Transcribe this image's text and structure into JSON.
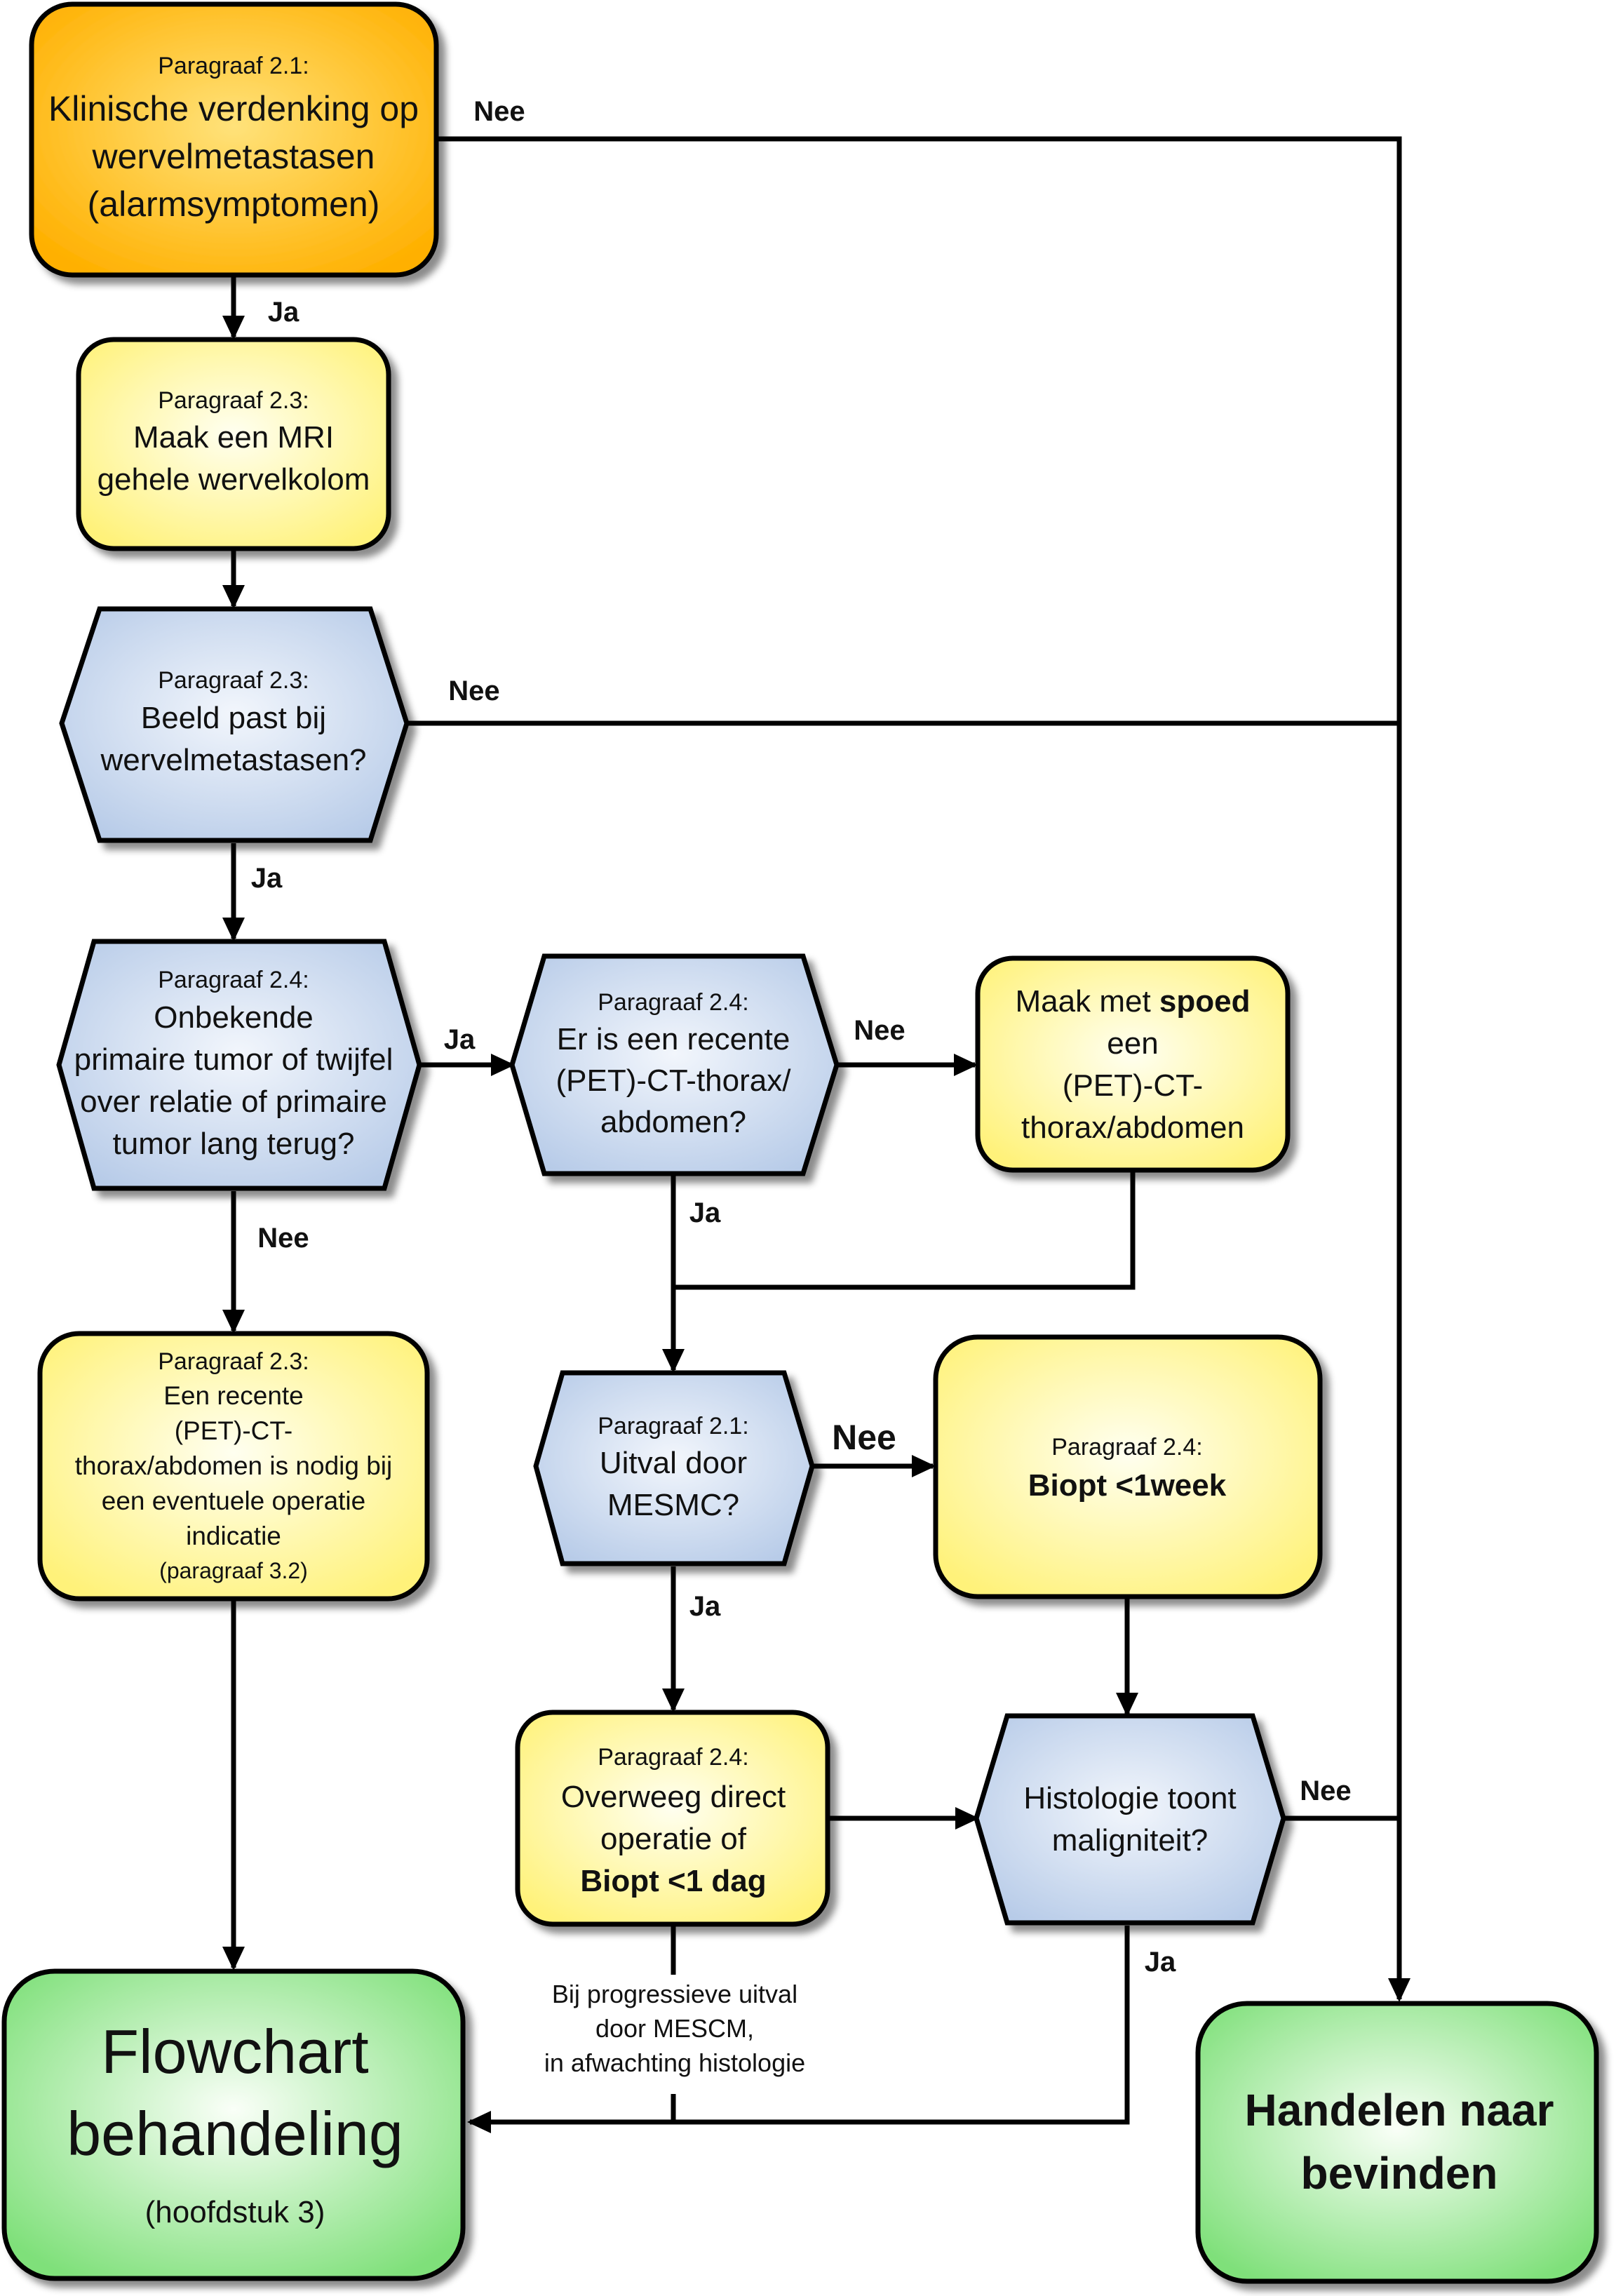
{
  "nodes": {
    "n1": {
      "para": "Paragraaf 2.1:",
      "lines": [
        "Klinische verdenking op",
        "wervelmetastasen",
        "(alarmsymptomen)"
      ]
    },
    "n2": {
      "para": "Paragraaf 2.3:",
      "lines": [
        "Maak een MRI",
        "gehele wervelkolom"
      ]
    },
    "n3": {
      "para": "Paragraaf 2.3:",
      "lines": [
        "Beeld past bij",
        "wervelmetastasen?"
      ]
    },
    "n4": {
      "para": "Paragraaf 2.4:",
      "lines": [
        "Onbekende",
        "primaire tumor of twijfel",
        "over relatie of primaire",
        "tumor lang terug?"
      ]
    },
    "n5": {
      "para": "Paragraaf 2.4:",
      "lines": [
        "Er is een recente",
        "(PET)-CT-thorax/",
        "abdomen?"
      ]
    },
    "n6": {
      "line1_pre": "Maak met ",
      "line1_bold": "spoed",
      "lines": [
        "een",
        "(PET)-CT-",
        "thorax/abdomen"
      ]
    },
    "n7": {
      "para": "Paragraaf 2.3:",
      "lines": [
        "Een recente",
        "(PET)-CT-",
        "thorax/abdomen is nodig bij",
        "een eventuele operatie",
        "indicatie"
      ],
      "note": "(paragraaf 3.2)"
    },
    "n8": {
      "para": "Paragraaf 2.1:",
      "lines": [
        "Uitval door",
        "MESMC?"
      ]
    },
    "n9": {
      "para": "Paragraaf 2.4:",
      "bold": "Biopt <1week"
    },
    "n10": {
      "para": "Paragraaf 2.4:",
      "lines": [
        "Overweeg direct",
        "operatie of"
      ],
      "bold": "Biopt <1 dag"
    },
    "n11": {
      "lines": [
        "Histologie toont",
        "maligniteit?"
      ]
    },
    "n12": {
      "lines": [
        "Flowchart",
        "behandeling"
      ],
      "note": "(hoofdstuk 3)"
    },
    "n13": {
      "lines": [
        "Handelen naar",
        "bevinden"
      ]
    }
  },
  "labels": {
    "nee1": "Nee",
    "ja1": "Ja",
    "nee2": "Nee",
    "ja2": "Ja",
    "ja3": "Ja",
    "nee3": "Nee",
    "nee4": "Nee",
    "ja4": "Ja",
    "nee5": "Nee",
    "ja5": "Ja",
    "nee6": "Nee",
    "ja6": "Ja"
  },
  "annotation": [
    "Bij progressieve uitval",
    "door MESCM,",
    "in afwachting histologie"
  ],
  "colors": {
    "orange": "#ffb000",
    "yellow": "#fff27a",
    "blue": "#c4d6ee",
    "green": "#8ee88a"
  }
}
